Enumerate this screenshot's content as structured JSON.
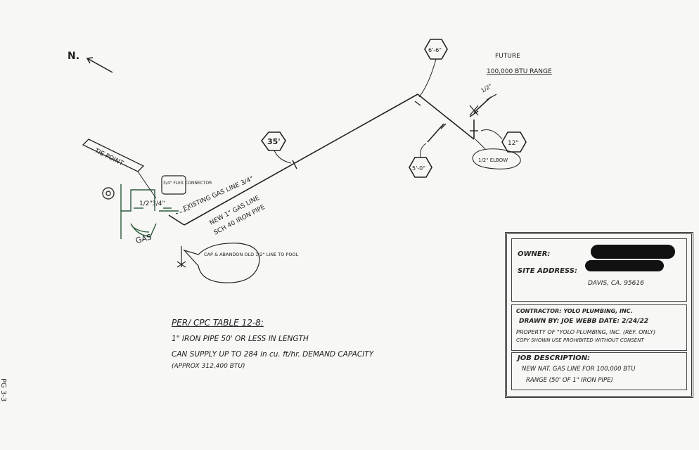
{
  "diagram": {
    "north": "N.",
    "tie_point": "TIE POINT",
    "gas": "GAS",
    "existing_line": "EXISTING GAS LINE 3/4\"",
    "flex_connector": "3/4\" FLEX CONNECTOR",
    "new_line": "NEW 1\" GAS LINE",
    "new_line_material": "SCH 40 IRON PIPE",
    "cap_note": "CAP & ABANDON OLD 1/2\" LINE TO POOL",
    "hex_35": "35'",
    "hex_6_6": "6'-6\"",
    "hex_5_0": "5'-0\"",
    "hex_12": "12\"",
    "future": "FUTURE",
    "range_note": "100,000 BTU RANGE",
    "elbow_note": "1/2\" ELBOW",
    "size_half": "1/2\"",
    "size_3_4": "3/4\"",
    "side_mark": "PG 3-3"
  },
  "notes": {
    "heading": "PER/ CPC TABLE 12-8:",
    "line1": "1\" IRON PIPE 50' OR LESS IN LENGTH",
    "line2": "CAN SUPPLY UP TO 284 in cu. ft/hr. DEMAND CAPACITY",
    "line3": "(APPROX 312,400 BTU)"
  },
  "title_block": {
    "owner_label": "OWNER:",
    "site_label": "SITE ADDRESS:",
    "city": "DAVIS, CA. 95616",
    "contractor": "CONTRACTOR: YOLO PLUMBING, INC.",
    "drawn_by": "DRAWN BY: JOE WEBB  DATE: 2/24/22",
    "property": "PROPERTY OF \"YOLO PLUMBING, INC. (REF. ONLY)",
    "copy_note": "COPY SHOWN USE PROHIBITED WITHOUT CONSENT",
    "job_label": "JOB DESCRIPTION:",
    "job_line1": "NEW NAT. GAS LINE FOR 100,000 BTU",
    "job_line2": "RANGE (50' OF 1\" IRON PIPE)"
  }
}
